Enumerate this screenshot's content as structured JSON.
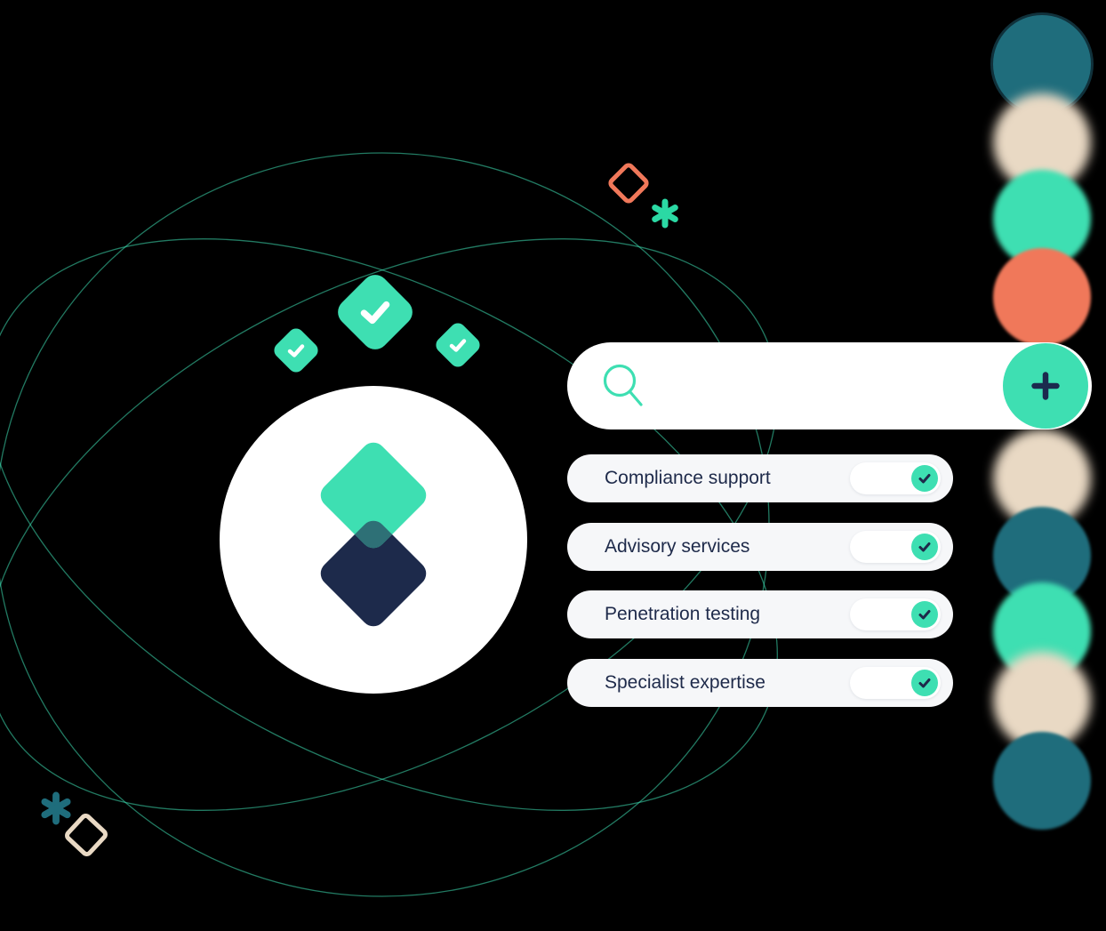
{
  "colors": {
    "background": "#000000",
    "teal": "#3EDFB2",
    "navy": "#1E2A4A",
    "orange": "#F0785A",
    "beige": "#E9D9C4",
    "dark_teal": "#1F6D7C",
    "overlap_teal": "#2E7076"
  },
  "search": {
    "value": "",
    "placeholder": "",
    "icons": {
      "left": "search-icon",
      "right": "plus-icon"
    }
  },
  "features": {
    "items": [
      {
        "label": "Compliance support",
        "enabled": true
      },
      {
        "label": "Advisory services",
        "enabled": true
      },
      {
        "label": "Penetration testing",
        "enabled": true
      },
      {
        "label": "Specialist expertise",
        "enabled": true
      }
    ]
  },
  "badges": {
    "count": 3,
    "icon": "check-icon"
  },
  "decorations": {
    "right_column_circles": [
      "dark_teal",
      "beige",
      "teal",
      "orange",
      "beige",
      "dark_teal",
      "teal",
      "beige",
      "dark_teal"
    ],
    "shapes": [
      "orange-diamond-outline",
      "teal-asterisk",
      "dark-teal-asterisk",
      "beige-diamond-outline"
    ]
  }
}
